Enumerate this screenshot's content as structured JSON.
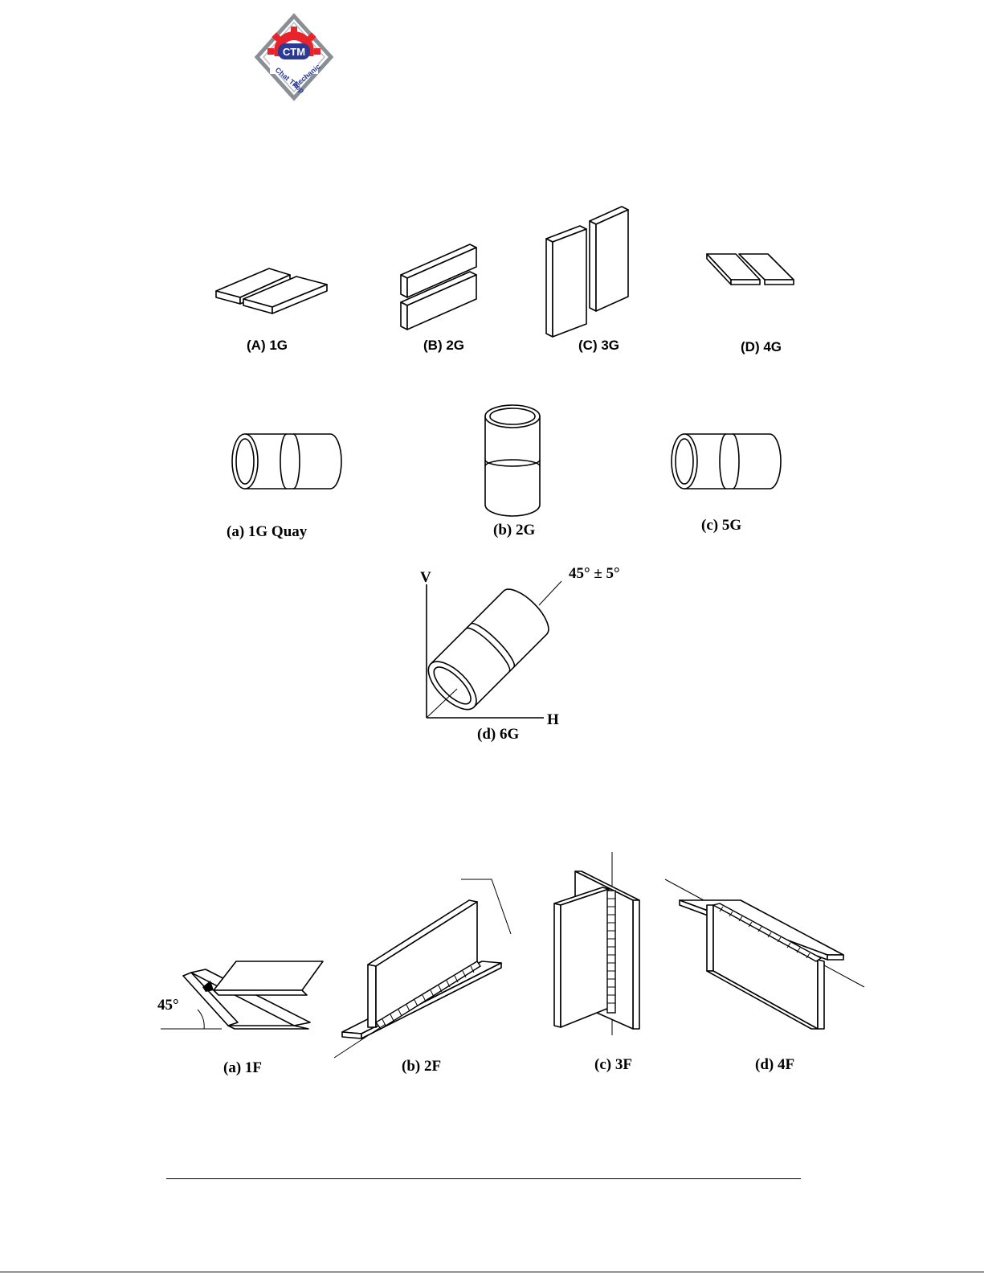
{
  "logo": {
    "text": "CTM",
    "ring_text": "Chat Thep Mechanic",
    "colors": {
      "red": "#e8232a",
      "blue": "#2b3a97",
      "grey": "#8a8f96"
    }
  },
  "plate_groove": {
    "labels": [
      "(A) 1G",
      "(B) 2G",
      "(C) 3G",
      "(D) 4G"
    ]
  },
  "pipe_groove": {
    "labels": [
      "(a) 1G Quay",
      "(b) 2G",
      "(c) 5G",
      "(d) 6G"
    ]
  },
  "pipe_6g": {
    "axis_v": "V",
    "axis_h": "H",
    "angle": "45°  ±  5°"
  },
  "fillet": {
    "labels": [
      "(a) 1F",
      "(b) 2F",
      "(c) 3F",
      "(d) 4F"
    ],
    "angle": "45°"
  }
}
